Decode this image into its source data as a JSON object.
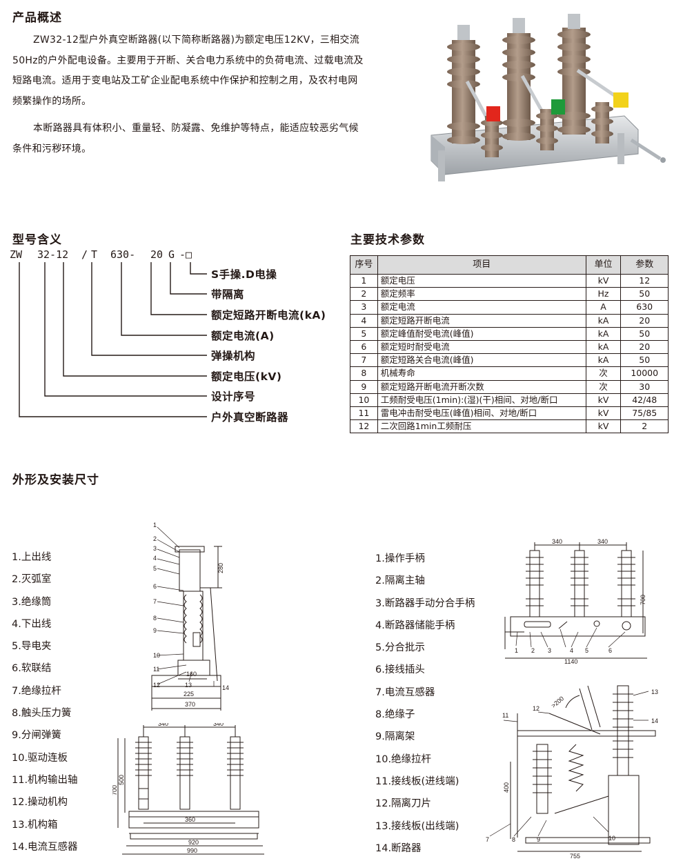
{
  "sections": {
    "overview_title": "产品概述",
    "model_title": "型号含义",
    "spec_title": "主要技术参数",
    "dims_title": "外形及安装尺寸"
  },
  "overview": {
    "p1": "ZW32-12型户外真空断路器(以下简称断路器)为额定电压12KV，三相交流50Hz的户外配电设备。主要用于开断、关合电力系统中的负荷电流、过载电流及短路电流。适用于变电站及工矿企业配电系统中作保护和控制之用，及农村电网频繁操作的场所。",
    "p2": "本断路器具有体积小、重量轻、防凝露、免维护等特点，能适应较恶劣气候条件和污秽环境。"
  },
  "model": {
    "code_parts": [
      "ZW",
      "32-12",
      "/",
      "T",
      "630-",
      "20",
      "G",
      "-□"
    ],
    "labels": [
      "S手操.D电操",
      "带隔离",
      "额定短路开断电流(kA)",
      "额定电流(A)",
      "弹操机构",
      "额定电压(kV)",
      "设计序号",
      "户外真空断路器"
    ]
  },
  "spec": {
    "headers": [
      "序号",
      "项目",
      "单位",
      "参数"
    ],
    "rows": [
      [
        "1",
        "额定电压",
        "kV",
        "12"
      ],
      [
        "2",
        "额定频率",
        "Hz",
        "50"
      ],
      [
        "3",
        "额定电流",
        "A",
        "630"
      ],
      [
        "4",
        "额定短路开断电流",
        "kA",
        "20"
      ],
      [
        "5",
        "额定峰值耐受电流(峰值)",
        "kA",
        "50"
      ],
      [
        "6",
        "额定短时耐受电流",
        "kA",
        "20"
      ],
      [
        "7",
        "额定短路关合电流(峰值)",
        "kA",
        "50"
      ],
      [
        "8",
        "机械寿命",
        "次",
        "10000"
      ],
      [
        "9",
        "额定短路开断电流开断次数",
        "次",
        "30"
      ],
      [
        "10",
        "工频耐受电压(1min):(湿)(干)相间、对地/断口",
        "kV",
        "42/48"
      ],
      [
        "11",
        "雷电冲击耐受电压(峰值)相间、对地/断口",
        "kV",
        "75/85"
      ],
      [
        "12",
        "二次回路1min工频耐压",
        "kV",
        "2"
      ]
    ]
  },
  "parts_left": [
    "1.上出线",
    "2.灭弧室",
    "3.绝缘筒",
    "4.下出线",
    "5.导电夹",
    "6.软联结",
    "7.绝缘拉杆",
    "8.触头压力簧",
    "9.分闸弹簧",
    "10.驱动连板",
    "11.机构输出轴",
    "12.操动机构",
    "13.机构箱",
    "14.电流互感器"
  ],
  "parts_right": [
    "1.操作手柄",
    "2.隔离主轴",
    "3.断路器手动分合手柄",
    "4.断路器储能手柄",
    "5.分合批示",
    "6.接线插头",
    "7.电流互感器",
    "8.绝缘子",
    "9.隔离架",
    "10.绝缘拉杆",
    "11.接线板(进线端)",
    "12.隔离刀片",
    "13.接线板(出线端)",
    "14.断路器"
  ],
  "dims": {
    "side_callouts": [
      "1",
      "2",
      "3",
      "4",
      "5",
      "6",
      "7",
      "8",
      "9",
      "10",
      "11",
      "12",
      "13",
      "14"
    ],
    "side_dims": [
      "280",
      "160",
      "225",
      "370"
    ],
    "front_dims": [
      "340",
      "340",
      "500",
      "700",
      "360",
      "920",
      "990"
    ],
    "top_right_dims": [
      "340",
      "340",
      "700",
      "1140"
    ],
    "top_right_callouts": [
      "1",
      "2",
      "3",
      "4",
      "5",
      "6"
    ],
    "bottom_right_dims": [
      ">200",
      "400",
      "755"
    ],
    "bottom_right_callouts": [
      "7",
      "8",
      "9",
      "10",
      "11",
      "12",
      "13",
      "14"
    ]
  },
  "colors": {
    "porcelain": "#a08a78",
    "frame": "#c9cccf",
    "red_flag": "#e2261c",
    "green_flag": "#1e9a3a",
    "yellow_flag": "#f2d21b"
  }
}
